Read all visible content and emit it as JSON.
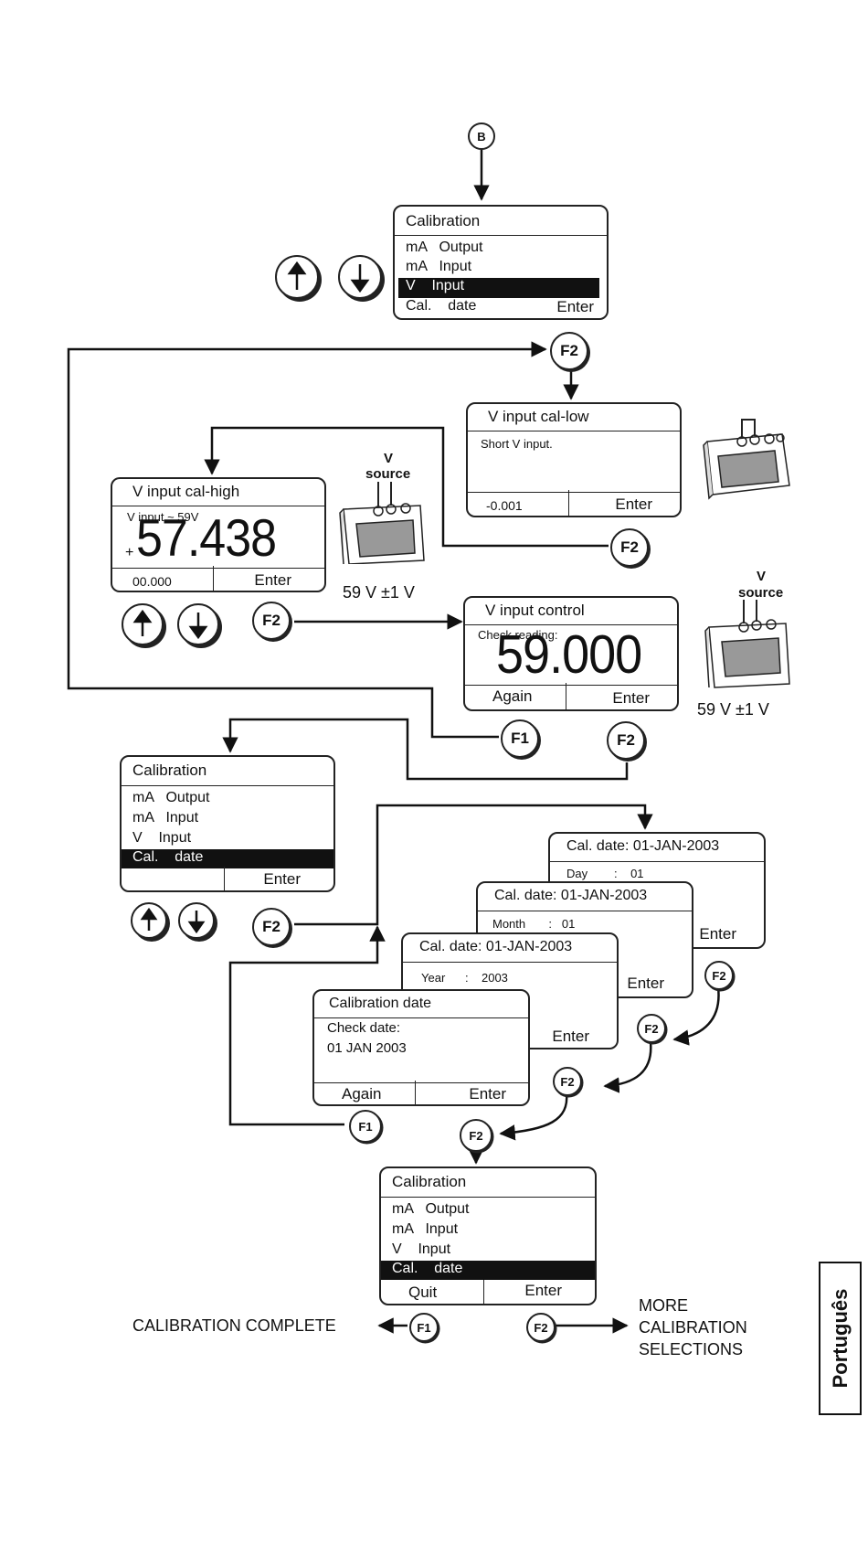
{
  "connector_b": "B",
  "menu1": {
    "title": "Calibration",
    "items": [
      "mA   Output",
      "mA   Input",
      "V    Input",
      "Cal.    date"
    ],
    "right_button": "Enter"
  },
  "keys": {
    "f1": "F1",
    "f2": "F2"
  },
  "cal_low": {
    "title": "V input cal-low",
    "prompt": "Short V input.",
    "value": "-0.001",
    "right_button": "Enter"
  },
  "cal_high": {
    "title": "V input cal-high",
    "prompt": "V input ~ 59V",
    "sign": "+",
    "reading": "57.438",
    "value": "00.000",
    "right_button": "Enter"
  },
  "source_label": {
    "line1": "V",
    "line2": "source"
  },
  "tolerance": "59 V ±1 V",
  "control": {
    "title": "V input control",
    "prompt": "Check reading:",
    "reading": "59.000",
    "left_button": "Again",
    "right_button": "Enter"
  },
  "menu2": {
    "title": "Calibration",
    "items": [
      "mA   Output",
      "mA   Input",
      "V    Input",
      "Cal.    date"
    ],
    "right_button": "Enter"
  },
  "date_day": {
    "title": "Cal. date: 01-JAN-2003",
    "field": "Day        :    01",
    "right_button": "Enter"
  },
  "date_month": {
    "title": "Cal. date: 01-JAN-2003",
    "field": "Month       :   01",
    "right_button": "Enter"
  },
  "date_year": {
    "title": "Cal. date: 01-JAN-2003",
    "field": "Year      :    2003",
    "right_button": "Enter"
  },
  "date_check": {
    "title": "Calibration date",
    "prompt": "Check date:",
    "date": "01 JAN 2003",
    "left_button": "Again",
    "right_button": "Enter"
  },
  "menu3": {
    "title": "Calibration",
    "items": [
      "mA   Output",
      "mA   Input",
      "V    Input",
      "Cal.    date"
    ],
    "left_button": "Quit",
    "right_button": "Enter"
  },
  "calibration_complete": "CALIBRATION COMPLETE",
  "more_selections": [
    "MORE",
    "CALIBRATION",
    "SELECTIONS"
  ],
  "language_tab": "Português"
}
